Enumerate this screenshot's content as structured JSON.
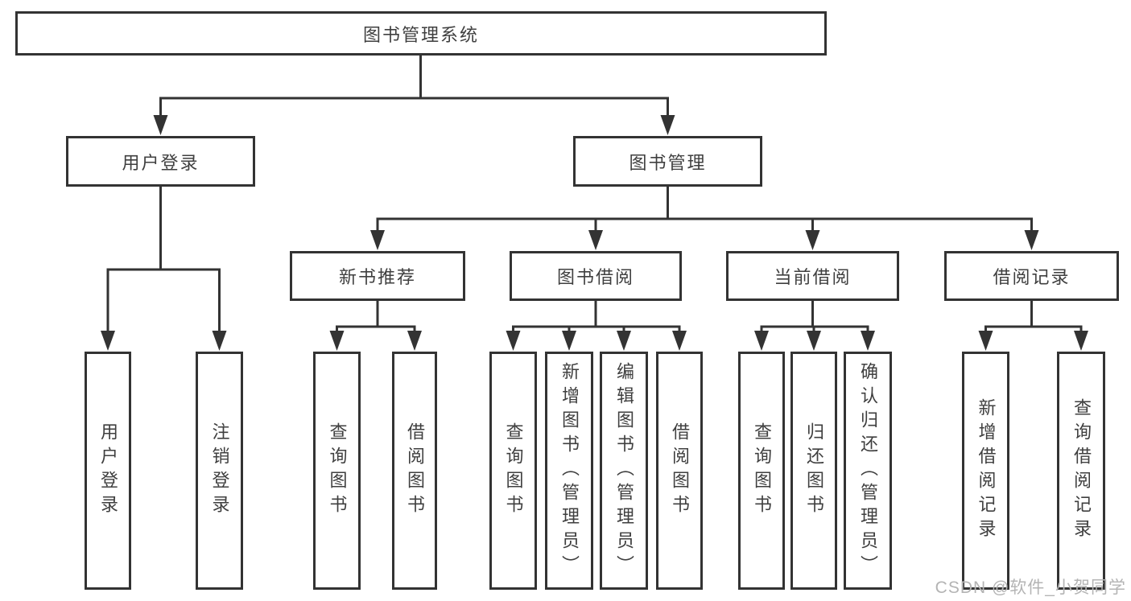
{
  "diagram": {
    "root": "图书管理系统",
    "level2": {
      "user_login": "用户登录",
      "book_mgmt": "图书管理"
    },
    "level3": {
      "new_book_rec": "新书推荐",
      "book_borrow": "图书借阅",
      "current_borrow": "当前借阅",
      "borrow_records": "借阅记录"
    },
    "leaves": {
      "login": "用户登录",
      "logout": "注销登录",
      "rec_query": "查询图书",
      "rec_borrow": "借阅图书",
      "bb_query": "查询图书",
      "bb_add": "新增图书（管理员）",
      "bb_edit": "编辑图书（管理员）",
      "bb_borrow": "借阅图书",
      "cb_query": "查询图书",
      "cb_return": "归还图书",
      "cb_confirm": "确认归还（管理员）",
      "br_add": "新增借阅记录",
      "br_query": "查询借阅记录"
    }
  },
  "watermark": "CSDN @软件_小贺同学",
  "colors": {
    "line": "#333333",
    "text": "#3f3f3f",
    "watermark": "#b4b4b4",
    "background": "#ffffff"
  }
}
